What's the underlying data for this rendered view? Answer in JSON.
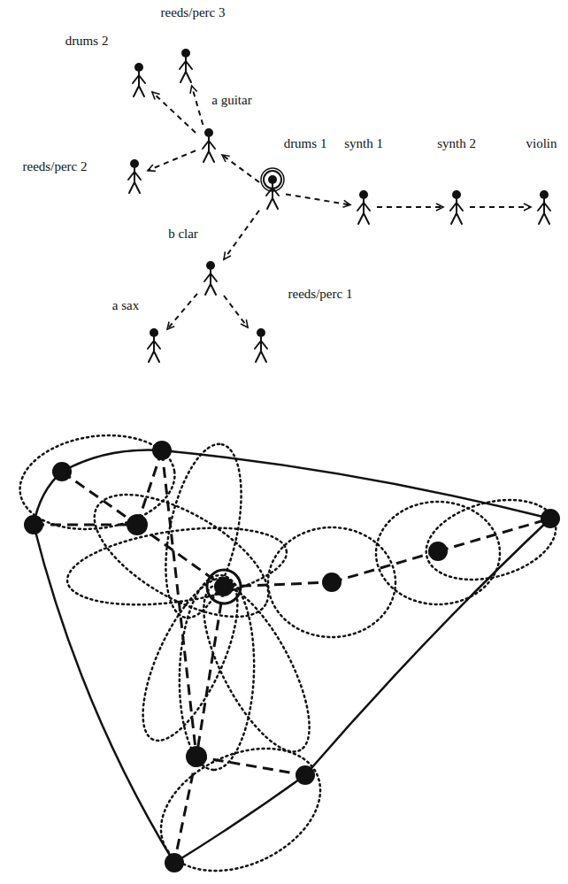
{
  "diagram": {
    "nodes": [
      {
        "text": [
          "reeds/perc 3"
        ]
      },
      {
        "text": [
          "drums 2"
        ]
      },
      {
        "text": [
          "a guitar"
        ]
      },
      {
        "text": [
          "reeds/perc 2"
        ]
      },
      {
        "text": [
          "drums 1"
        ]
      },
      {
        "text": [
          "synth 1"
        ]
      },
      {
        "text": [
          "synth 2"
        ]
      },
      {
        "text": [
          "violin"
        ]
      },
      {
        "text": [
          "b clar"
        ]
      },
      {
        "text": [
          "a sax"
        ]
      },
      {
        "text": [
          "reeds/perc 1"
        ]
      }
    ],
    "edges": [
      {
        "from": 4,
        "to": 2,
        "arrow": "to"
      },
      {
        "from": 2,
        "to": 1,
        "arrow": "to"
      },
      {
        "from": 2,
        "to": 0,
        "arrow": "to"
      },
      {
        "from": 2,
        "to": 3,
        "arrow": "to"
      },
      {
        "from": 4,
        "to": 5,
        "arrow": "to"
      },
      {
        "from": 5,
        "to": 6,
        "arrow": "to"
      },
      {
        "from": 6,
        "to": 7,
        "arrow": "to"
      },
      {
        "from": 4,
        "to": 8,
        "arrow": "to"
      },
      {
        "from": 8,
        "to": 9,
        "arrow": "to"
      },
      {
        "from": 8,
        "to": 10,
        "arrow": "to"
      }
    ]
  }
}
